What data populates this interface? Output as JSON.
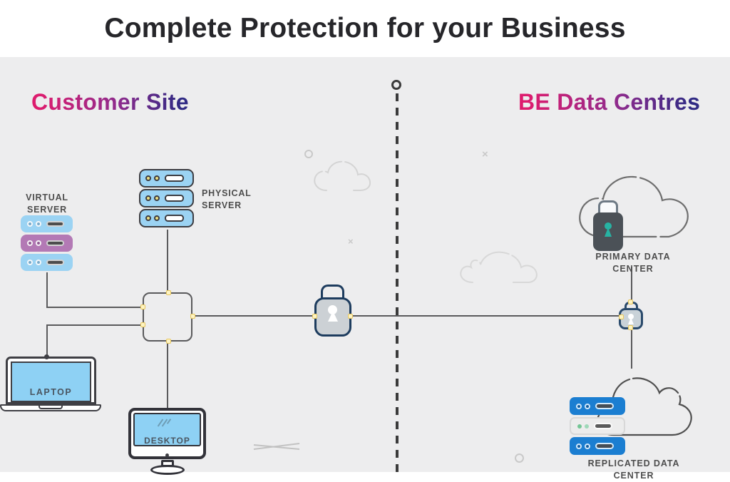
{
  "title": "Complete Protection for your Business",
  "left_section": {
    "title": "Customer Site"
  },
  "right_section": {
    "title": "BE Data Centres"
  },
  "labels": {
    "virtual_server": "VIRTUAL\nSERVER",
    "physical_server": "PHYSICAL\nSERVER",
    "laptop": "LAPTOP",
    "desktop": "DESKTOP",
    "primary_dc": "PRIMARY DATA CENTER",
    "replicated_dc": "REPLICATED DATA CENTER"
  },
  "decor": {
    "cross": "×"
  },
  "colors": {
    "accent-pink": "#dd1c6e",
    "accent-purple": "#8e2b8d",
    "accent-indigo": "#302a84",
    "device-blue": "#9bd3f3",
    "virtual-purple": "#b379b5",
    "replicated-blue": "#1b7ed1",
    "lock-navy": "#1d3c5e",
    "lock-gray": "#ccd1d5",
    "dc-lock-slate": "#4b5157",
    "dc-lock-teal": "#27b3a3",
    "connector-yellow-fill": "#fdf3c2",
    "connector-yellow-border": "#e9c75c",
    "line-gray": "#5a5a5c",
    "label-gray": "#4d4d4d",
    "canvas-gray": "#ededee",
    "decor-gray": "#c9c9c9",
    "title-dark": "#26262a"
  }
}
